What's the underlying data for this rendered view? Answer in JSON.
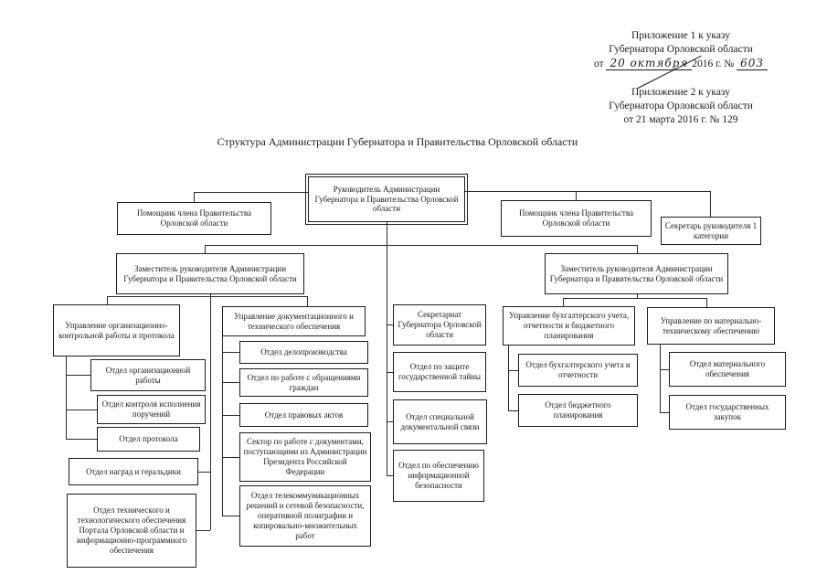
{
  "notes": {
    "note1": {
      "line1": "Приложение 1 к указу",
      "line2": "Губернатора Орловской области",
      "line3_prefix": "от",
      "line3_hand": "20 октября",
      "line3_mid": "2016 г. №",
      "line3_num": "603"
    },
    "note2": {
      "line1": "Приложение 2 к указу",
      "line2": "Губернатора Орловской области",
      "line3": "от 21 марта 2016 г. № 129"
    }
  },
  "title": "Структура Администрации Губернатора и Правительства Орловской области",
  "boxes": {
    "head": "Руководитель Администрации Губернатора и Правительства Орловской области",
    "assistant_left": "Помощник члена Правительства Орловской области",
    "assistant_right": "Помощник члена Правительства Орловской области",
    "secretary": "Секретарь руководителя 1 категории",
    "deputy_left": "Заместитель руководителя Администрации Губернатора и Правительства Орловской области",
    "deputy_right": "Заместитель руководителя Администрации Губернатора и Правительства Орловской области",
    "org_control": "Управление организационно-контрольной работы и протокола",
    "org_work": "Отдел организационной работы",
    "control_exec": "Отдел контроля исполнения поручений",
    "protocol": "Отдел протокола",
    "awards": "Отдел наград и геральдики",
    "tech_portal": "Отдел технического и технологического обеспечения Портала Орловской области и информационно-программного обеспечения",
    "doc_tech": "Управление документационного и технического обеспечения",
    "records": "Отдел делопроизводства",
    "citizens": "Отдел по работе с обращениями граждан",
    "legal_acts": "Отдел правовых актов",
    "president_docs": "Сектор по работе с документами, поступающими из Администрации Президента Российской Федерации",
    "telecom": "Отдел телекоммуникационных решений и сетевой безопасности, оперативной полиграфии и копировально-множительных работ",
    "secretariat": "Секретариат Губернатора Орловской области",
    "state_secret": "Отдел по защите государственной тайны",
    "special_comms": "Отдел специальной документальной связи",
    "info_security": "Отдел по обеспечению информационной безопасности",
    "accounting": "Управление бухгалтерского учета, отчетности и бюджетного планирования",
    "accounting_dept": "Отдел бухгалтерского учета и отчетности",
    "budget": "Отдел бюджетного планирования",
    "material": "Управление по материально-техническому обеспечению",
    "material_dept": "Отдел материального обеспечения",
    "procurement": "Отдел государственных закупок"
  },
  "colors": {
    "ink": "#1b1b1b",
    "paper": "#ffffff"
  }
}
